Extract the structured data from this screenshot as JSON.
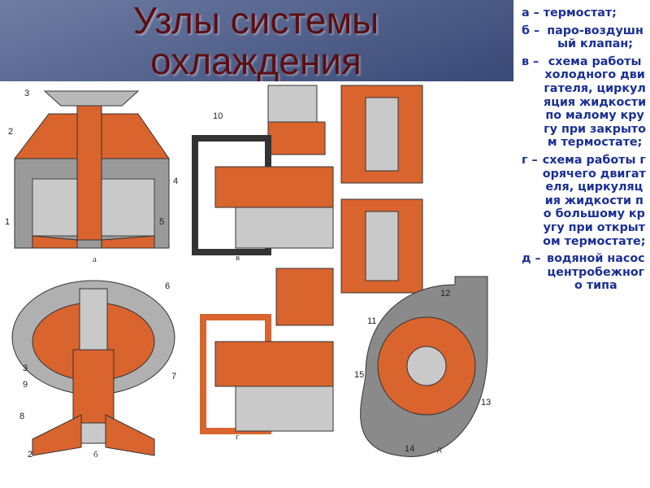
{
  "slide": {
    "title_line1": "Узлы системы",
    "title_line2": "охлаждения"
  },
  "captions": [
    {
      "key": "а –",
      "text": "термостат;"
    },
    {
      "key": "б –",
      "text": "паро-воздушный клапан;"
    },
    {
      "key": "в –",
      "text": "схема работы холодного двигателя, циркуляция жидкости по малому кругу при закрытом термостате;"
    },
    {
      "key": "г –",
      "text": "схема работы горячего двигателя, циркуляция жидкости по большому кругу при открытом термостате;"
    },
    {
      "key": "д –",
      "text": "водяной насос центробежного типа"
    }
  ],
  "figure": {
    "sub_letters": {
      "a": "а",
      "b": "б",
      "v": "в",
      "g": "г",
      "d": "д"
    },
    "callouts": {
      "a": [
        "3",
        "2",
        "4",
        "1",
        "5"
      ],
      "b": [
        "6",
        "3",
        "9",
        "7",
        "8",
        "2"
      ],
      "v": [
        "10"
      ],
      "d": [
        "12",
        "11",
        "15",
        "13",
        "14"
      ]
    }
  },
  "colors": {
    "coolant": "#d9642e",
    "metal": "#8a8a8a",
    "title": "#5c0e12",
    "caption_text": "#1a2f96"
  }
}
